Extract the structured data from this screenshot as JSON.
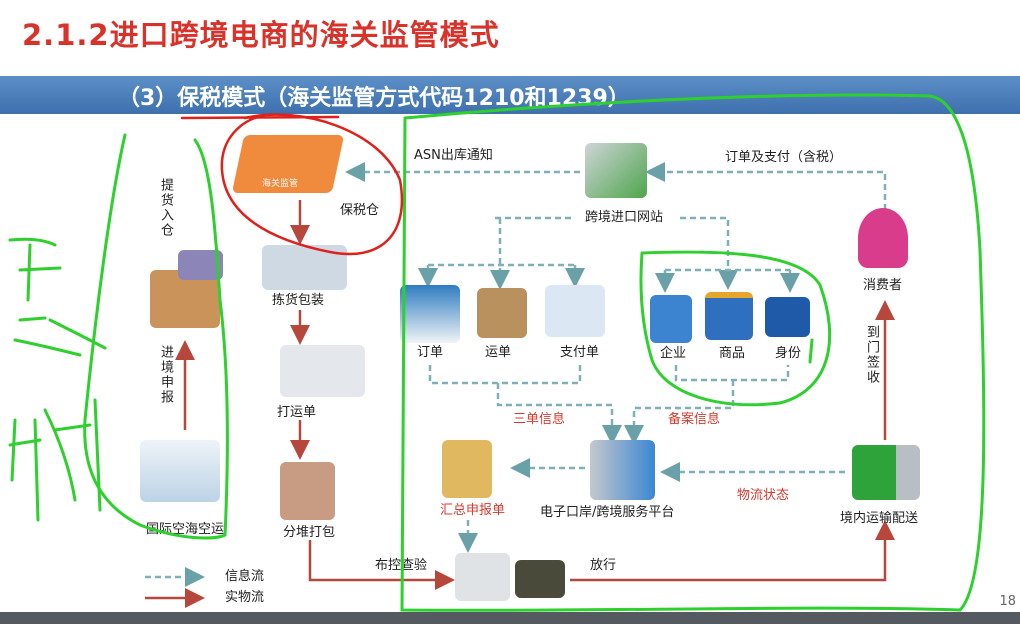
{
  "title": "2.1.2进口跨境电商的海关监管模式",
  "subtitle": "（3）保税模式（海关监管方式代码1210和1239）",
  "nodes": {
    "warehouse_inner": "海关监管",
    "bonded_warehouse": "保税仓",
    "pickup": "提货入仓",
    "declare": "进境申报",
    "intl_transport": "国际空海空运",
    "packing": "拣货包装",
    "waybill_print": "打运单",
    "pack_split": "分堆打包",
    "inspection": "布控查验",
    "release": "放行",
    "asn": "ASN出库通知",
    "website": "跨境进口网站",
    "order_pay": "订单及支付（含税）",
    "consumer": "消费者",
    "delivery": "到门签收",
    "order": "订单",
    "waybill": "运单",
    "payment": "支付单",
    "three_docs": "三单信息",
    "enterprise": "企业",
    "goods": "商品",
    "identity": "身份",
    "filing": "备案信息",
    "summary": "汇总申报单",
    "platform": "电子口岸/跨境服务平台",
    "logistics_status": "物流状态",
    "domestic": "境内运输配送"
  },
  "legend": {
    "info": "信息流",
    "physical": "实物流"
  },
  "page_number": "18",
  "colors": {
    "title": "#d8322a",
    "band": "#4a7cb8",
    "info_flow": "#6aa0a8",
    "physical_flow": "#b5473d",
    "annotation_green": "#2ed02e",
    "annotation_red": "#e0201a"
  }
}
